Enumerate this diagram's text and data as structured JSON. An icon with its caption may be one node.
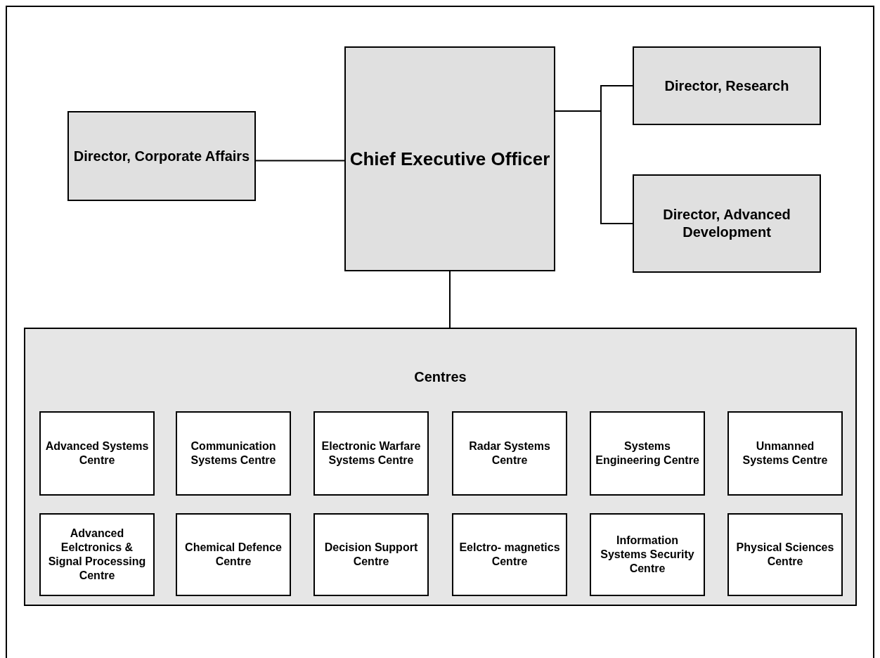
{
  "diagram": {
    "nodes": [
      {
        "text": [
          "Director, Corporate Affairs"
        ]
      },
      {
        "text": [
          "Chief Executive Officer"
        ]
      },
      {
        "text": [
          "Director, Research"
        ]
      },
      {
        "text": [
          "Director, Advanced Development"
        ]
      },
      {
        "text": [
          "Centres"
        ]
      },
      {
        "text": [
          "Advanced Systems Centre"
        ],
        "in": 4
      },
      {
        "text": [
          "Communication Systems Centre"
        ],
        "in": 4
      },
      {
        "text": [
          "Electronic Warfare Systems Centre"
        ],
        "in": 4
      },
      {
        "text": [
          "Radar Systems Centre"
        ],
        "in": 4
      },
      {
        "text": [
          "Systems Engineering Centre"
        ],
        "in": 4
      },
      {
        "text": [
          "Unmanned Systems Centre"
        ],
        "in": 4
      },
      {
        "text": [
          "Advanced Eelctronics & Signal Processing Centre"
        ],
        "in": 4
      },
      {
        "text": [
          "Chemical Defence Centre"
        ],
        "in": 4
      },
      {
        "text": [
          "Decision Support Centre"
        ],
        "in": 4
      },
      {
        "text": [
          "Eelctro- magnetics Centre"
        ],
        "in": 4
      },
      {
        "text": [
          "Information Systems Security Centre"
        ],
        "in": 4
      },
      {
        "text": [
          "Physical Sciences Centre"
        ],
        "in": 4
      }
    ],
    "edges": [
      {
        "from": 1,
        "to": 0,
        "arrow": "none"
      },
      {
        "from": 1,
        "to": 2,
        "arrow": "none"
      },
      {
        "from": 1,
        "to": 3,
        "arrow": "none"
      },
      {
        "from": 1,
        "to": 4,
        "arrow": "none"
      }
    ]
  }
}
